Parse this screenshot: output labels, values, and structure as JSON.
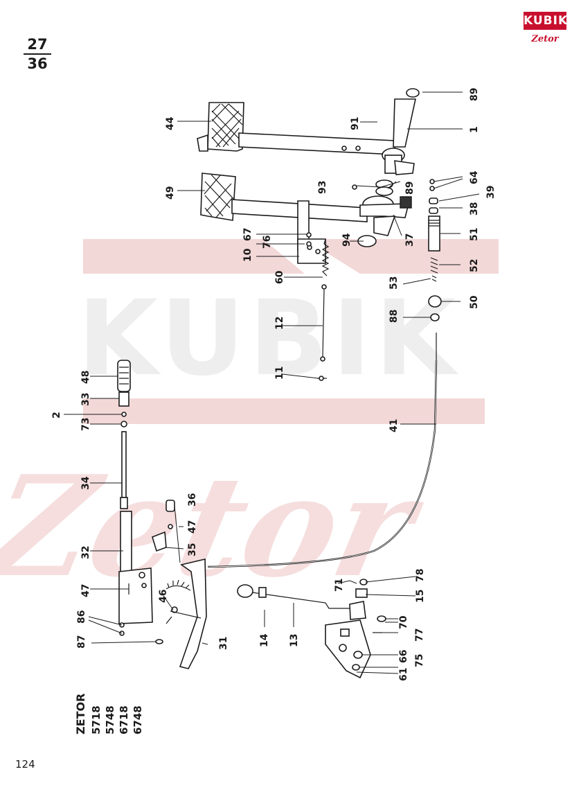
{
  "header": {
    "page_fraction_numerator": "27",
    "page_fraction_denominator": "36"
  },
  "logo": {
    "brand": "KUBIK",
    "sub_brand": "Zetor"
  },
  "watermark": {
    "word1": "KUBIK",
    "word2": "Zetor"
  },
  "models": {
    "brand": "ZETOR",
    "list": [
      "5718",
      "5748",
      "6718",
      "6748"
    ]
  },
  "page_number": "124",
  "callouts": [
    "89",
    "1",
    "91",
    "44",
    "49",
    "93",
    "89",
    "64",
    "39",
    "38",
    "37",
    "94",
    "51",
    "67",
    "76",
    "10",
    "60",
    "52",
    "53",
    "50",
    "88",
    "12",
    "11",
    "41",
    "48",
    "33",
    "2",
    "73",
    "34",
    "36",
    "47",
    "35",
    "32",
    "47",
    "46",
    "78",
    "71",
    "15",
    "86",
    "87",
    "31",
    "14",
    "13",
    "70",
    "77",
    "66",
    "75",
    "61"
  ],
  "colors": {
    "ink": "#1a1a1a",
    "brand_red": "#c8102e",
    "watermark_red": "#f3d8d8",
    "watermark_grey": "#eeeeee"
  }
}
